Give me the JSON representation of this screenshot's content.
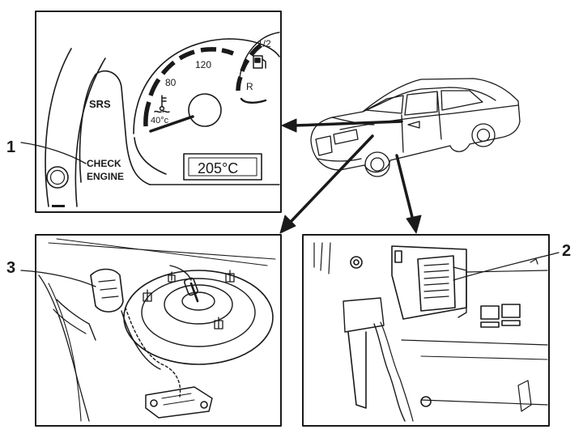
{
  "callouts": {
    "one": "1",
    "two": "2",
    "three": "3"
  },
  "cluster": {
    "srs": "SRS",
    "check_engine_line1": "CHECK",
    "check_engine_line2": "ENGINE",
    "temp_label_80": "80",
    "temp_label_120": "120",
    "temp_label_40": "40°c",
    "fuel_half": "1/2",
    "fuel_reserve": "R",
    "display_value": "205°C"
  },
  "icons": {
    "coolant": "coolant-temperature-icon",
    "fuel": "fuel-pump-icon"
  },
  "colors": {
    "line": "#1a1a1a",
    "paper": "#ffffff"
  }
}
